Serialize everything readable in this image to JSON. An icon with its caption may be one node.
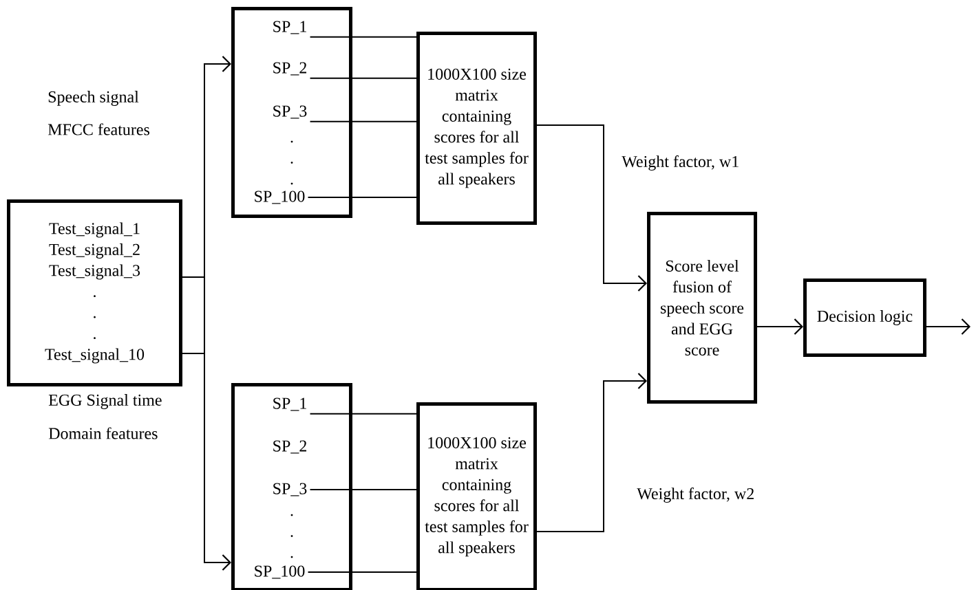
{
  "diagram": {
    "nodes": [
      {
        "text": [
          "Test_signal_1",
          "Test_signal_2",
          "Test_signal_3",
          ".",
          ".",
          ".",
          "Test_signal_10"
        ]
      },
      {
        "text": [
          ".",
          ".",
          "."
        ]
      },
      {
        "text": [
          "SP_1"
        ],
        "in": 1
      },
      {
        "text": [
          "SP_2"
        ],
        "in": 1
      },
      {
        "text": [
          "SP_3"
        ],
        "in": 1
      },
      {
        "text": [
          "SP_100"
        ],
        "in": 1
      },
      {
        "text": [
          "1000X100 size matrix containing scores for all test samples for all speakers"
        ]
      },
      {
        "text": [
          ".",
          ".",
          "."
        ]
      },
      {
        "text": [
          "SP_1"
        ],
        "in": 7
      },
      {
        "text": [
          "SP_2"
        ],
        "in": 7
      },
      {
        "text": [
          "SP_3"
        ],
        "in": 7
      },
      {
        "text": [
          "SP_100"
        ],
        "in": 7
      },
      {
        "text": [
          "1000X100 size matrix containing scores for all test samples for all speakers"
        ]
      },
      {
        "text": [
          "Score level fusion of speech score and EGG score"
        ]
      },
      {
        "text": [
          "Decision logic"
        ]
      }
    ],
    "edges": [
      {
        "from": 0,
        "to": 1,
        "arrow": "to"
      },
      {
        "from": 0,
        "to": 7,
        "arrow": "to"
      },
      {
        "from": 2,
        "to": 6,
        "arrow": "none"
      },
      {
        "from": 3,
        "to": 6,
        "arrow": "none"
      },
      {
        "from": 4,
        "to": 6,
        "arrow": "none"
      },
      {
        "from": 5,
        "to": 6,
        "arrow": "none"
      },
      {
        "from": 8,
        "to": 12,
        "arrow": "none"
      },
      {
        "from": 10,
        "to": 12,
        "arrow": "none"
      },
      {
        "from": 11,
        "to": 12,
        "arrow": "none"
      },
      {
        "from": 6,
        "to": 13,
        "arrow": "to"
      },
      {
        "from": 12,
        "to": 13,
        "arrow": "to"
      },
      {
        "from": 13,
        "to": 14,
        "arrow": "to"
      },
      {
        "from": 14,
        "to": null,
        "arrow": "to"
      }
    ],
    "labels": [
      "Speech signal",
      "MFCC features",
      "Weight factor, w1",
      "EGG Signal time",
      "Domain features",
      "Weight factor, w2"
    ]
  }
}
